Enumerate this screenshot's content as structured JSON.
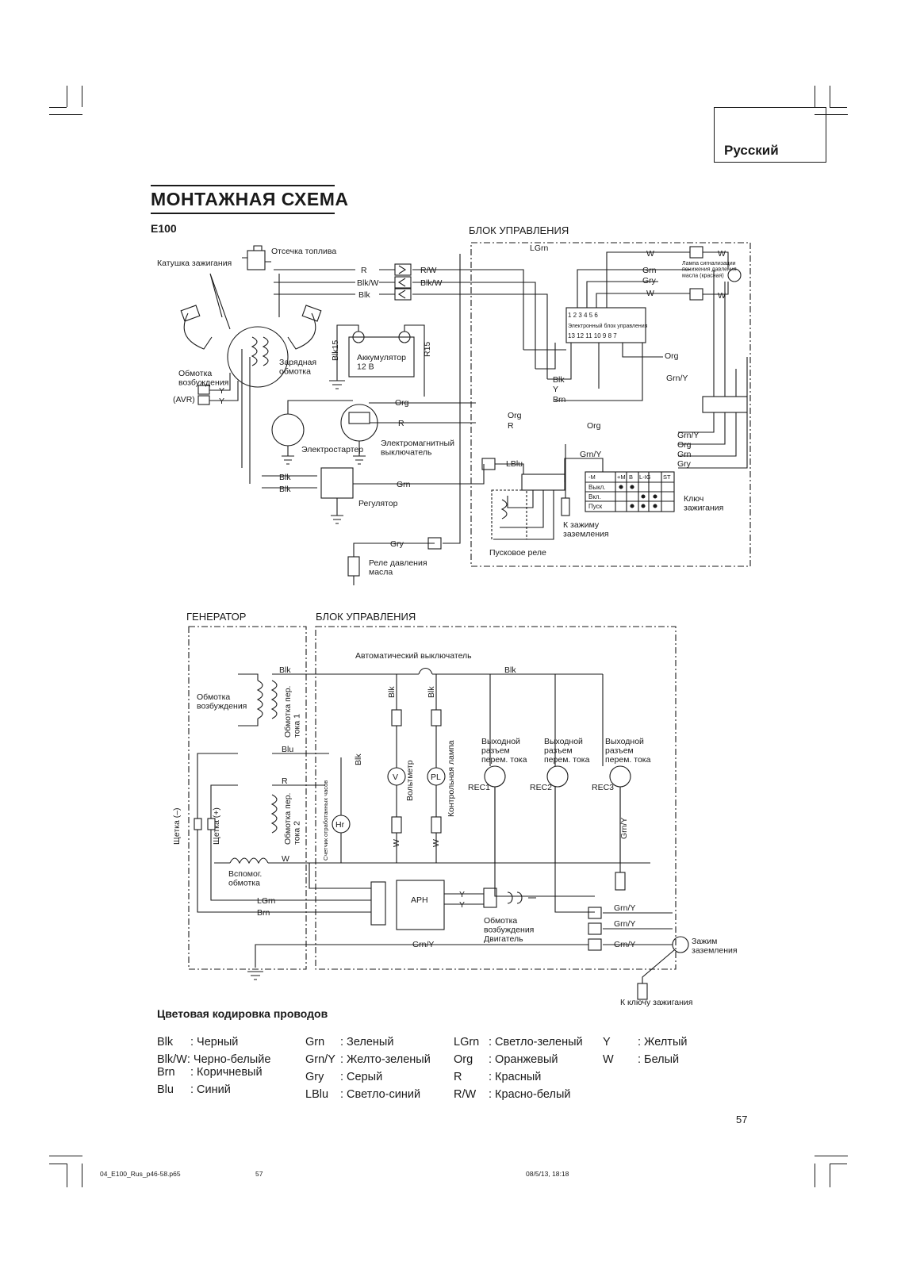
{
  "header": {
    "language": "Русский"
  },
  "title": "МОНТАЖНАЯ СХЕМА",
  "model": "E100",
  "diagram_top": {
    "block_label": "БЛОК УПРАВЛЕНИЯ",
    "fuel_cutoff": "Отсечка топлива",
    "ignition_coil": "Катушка зажигания",
    "charge_coil": "Зарядная\nобмотка",
    "excitation_coil": "Обмотка\nвозбуждения",
    "avr": "(AVR)",
    "battery": "Аккумулятор\n12 В",
    "starter": "Электростартер",
    "solenoid": "Электромагнитный\nвыключатель",
    "regulator": "Регулятор",
    "oil_relay": "Реле давления\nмасла",
    "ecu_top": "1  2  3        4   5   6",
    "ecu_mid": "Электронный блок управления",
    "ecu_bot": "13  12  11  10  9   8   7",
    "oil_lamp": "Лампа сигнализации\nпонижения давления\nмасла (красная)",
    "ignition_key": "Ключ\nзажигания",
    "ground_terminal": "К зажиму\nзаземления",
    "start_relay": "Пусковое реле",
    "key_table": {
      "cols": [
        "-M",
        "+M",
        "B",
        "L-IG",
        "ST"
      ],
      "rows": [
        "Выкл.",
        "Вкл.",
        "Пуск"
      ]
    },
    "wires": [
      "R",
      "R/W",
      "Blk/W",
      "Blk/W",
      "Blk",
      "Blk15",
      "R15",
      "Y",
      "Y",
      "Org",
      "R",
      "Blk",
      "Blk",
      "Grn",
      "Gry",
      "LGrn",
      "W",
      "W",
      "Grn",
      "Gry",
      "W",
      "W",
      "Org",
      "Grn/Y",
      "Blk",
      "Y",
      "Brn",
      "Org",
      "R",
      "Org",
      "Grn/Y",
      "Grn/Y",
      "Org",
      "Grn",
      "Gry",
      "LBlu"
    ]
  },
  "diagram_bottom": {
    "generator_label": "ГЕНЕРАТОР",
    "block_label": "БЛОК УПРАВЛЕНИЯ",
    "breaker": "Автоматический выключатель",
    "excitation": "Обмотка\nвозбуждения",
    "ac_winding1": "Обмотка пер.\nтока 1",
    "ac_winding2": "Обмотка пер.\nтока 2",
    "brush_minus": "Щетка (–)",
    "brush_plus": "Щетка (+)",
    "aux_winding": "Вспомог.\nобмотка",
    "hour_meter": "Счетчик отработанных часов",
    "voltmeter": "Вольтметр",
    "pilot_lamp": "Контрольная лампа",
    "outlet1": "Выходной\nразъем\nперем. тока",
    "outlet2": "Выходной\nразъем\nперем. тока",
    "outlet3": "Выходной\nразъем\nперем. тока",
    "rec1": "REC1",
    "rec2": "REC2",
    "rec3": "REC3",
    "avr": "АРН",
    "engine_excitation": "Обмотка\nвозбуждения\nДвигатель",
    "ground_clamp": "Зажим\nзаземления",
    "to_key": "К ключу зажигания",
    "wires": [
      "Blk",
      "Blk",
      "Blk",
      "Blk",
      "Blk",
      "Blu",
      "R",
      "W",
      "W",
      "W",
      "LGrn",
      "Brn",
      "Y",
      "Y",
      "Grn/Y",
      "Grn/Y",
      "Grn/Y",
      "Grn/Y",
      "Grn/Y"
    ]
  },
  "legend": {
    "title": "Цветовая кодировка проводов",
    "columns": [
      [
        [
          "Blk",
          ": Черный"
        ],
        [
          "Blk/W",
          ": Черно-белыйе"
        ],
        [
          "Brn",
          ": Коричневый"
        ],
        [
          "Blu",
          ": Синий"
        ]
      ],
      [
        [
          "Grn",
          ": Зеленый"
        ],
        [
          "Grn/Y",
          ": Желто-зеленый"
        ],
        [
          "Gry",
          ": Серый"
        ],
        [
          "LBlu",
          ": Светло-синий"
        ]
      ],
      [
        [
          "LGrn",
          ": Светло-зеленый"
        ],
        [
          "Org",
          ": Оранжевый"
        ],
        [
          "R",
          ": Красный"
        ],
        [
          "R/W",
          ": Красно-белый"
        ]
      ],
      [
        [
          "Y",
          ": Желтый"
        ],
        [
          "W",
          ": Белый"
        ]
      ]
    ]
  },
  "page_number": "57",
  "footer": {
    "file": "04_E100_Rus_p46-58.p65",
    "page": "57",
    "datetime": "08/5/13, 18:18"
  }
}
